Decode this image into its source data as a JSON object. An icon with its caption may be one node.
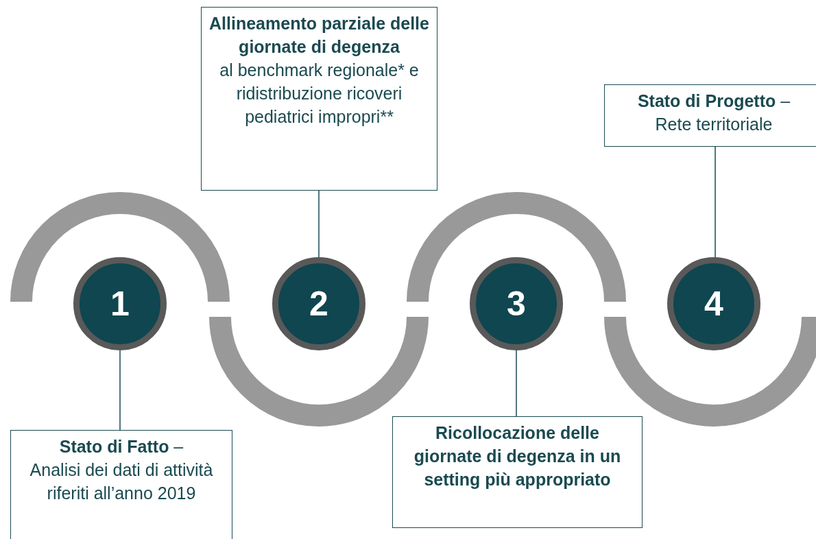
{
  "diagram": {
    "nodes": [
      {
        "text": [
          "Allineamento parziale delle giornate di degenza",
          "al benchmark regionale* e ridistribuzione ricoveri pediatrici impropri**"
        ]
      },
      {
        "text": [
          "**Stato di Progetto** –",
          "Rete territoriale"
        ]
      },
      {
        "text": [
          "1"
        ]
      },
      {
        "text": [
          "2"
        ]
      },
      {
        "text": [
          "3"
        ]
      },
      {
        "text": [
          "4"
        ]
      },
      {
        "text": [
          "**Stato di Fatto** –",
          "Analisi dei dati di attività riferiti all’anno 2019"
        ]
      },
      {
        "text": [
          "Ricollocazione delle giornate di degenza in un setting più appropriato"
        ]
      }
    ],
    "edges": [
      {
        "from": 2,
        "to": 6,
        "arrow": "none"
      },
      {
        "from": 0,
        "to": 3,
        "arrow": "none"
      },
      {
        "from": 4,
        "to": 7,
        "arrow": "none"
      },
      {
        "from": 1,
        "to": 5,
        "arrow": "none"
      }
    ]
  }
}
